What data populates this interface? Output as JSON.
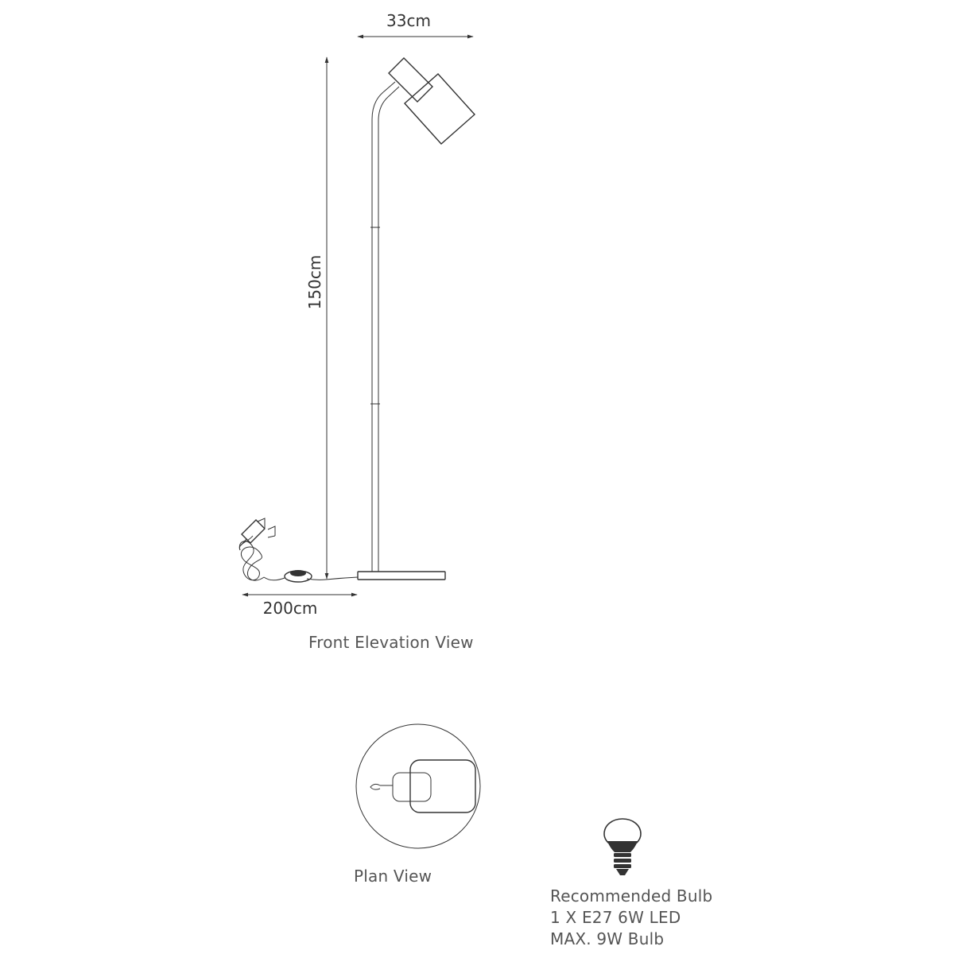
{
  "dimensions": {
    "width": "33cm",
    "height": "150cm",
    "cable": "200cm"
  },
  "captions": {
    "front_elevation": "Front Elevation View",
    "plan": "Plan View"
  },
  "bulb": {
    "title": "Recommended Bulb",
    "spec": "1 X E27 6W LED",
    "max": "MAX. 9W Bulb"
  },
  "colors": {
    "line": "#333333",
    "text": "#555555",
    "background": "#ffffff"
  }
}
